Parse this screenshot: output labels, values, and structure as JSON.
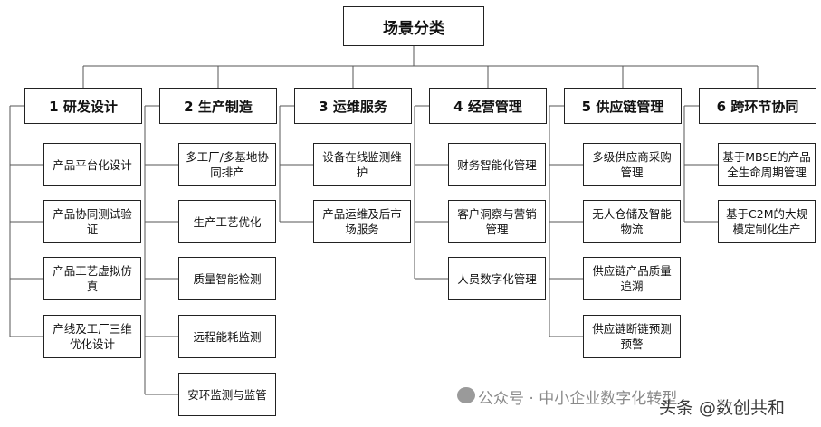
{
  "diagram": {
    "root": "场景分类",
    "categories": [
      {
        "label": "1 研发设计",
        "items": [
          "产品平台化设计",
          "产品协同测试验证",
          "产品工艺虚拟仿真",
          "产线及工厂三维优化设计"
        ]
      },
      {
        "label": "2 生产制造",
        "items": [
          "多工厂/多基地协同排产",
          "生产工艺优化",
          "质量智能检测",
          "远程能耗监测",
          "安环监测与监管"
        ]
      },
      {
        "label": "3 运维服务",
        "items": [
          "设备在线监测维护",
          "产品运维及后市场服务"
        ]
      },
      {
        "label": "4 经营管理",
        "items": [
          "财务智能化管理",
          "客户洞察与营销管理",
          "人员数字化管理"
        ]
      },
      {
        "label": "5 供应链管理",
        "items": [
          "多级供应商采购管理",
          "无人仓储及智能物流",
          "供应链产品质量追溯",
          "供应链断链预测预警"
        ]
      },
      {
        "label": "6 跨环节协同",
        "items": [
          "基于MBSE的产品全生命周期管理",
          "基于C2M的大规模定制化生产"
        ]
      }
    ]
  },
  "watermark": {
    "text1": "公众号 · 中小企业数字化转型",
    "text2": "头条 @数创共和"
  }
}
